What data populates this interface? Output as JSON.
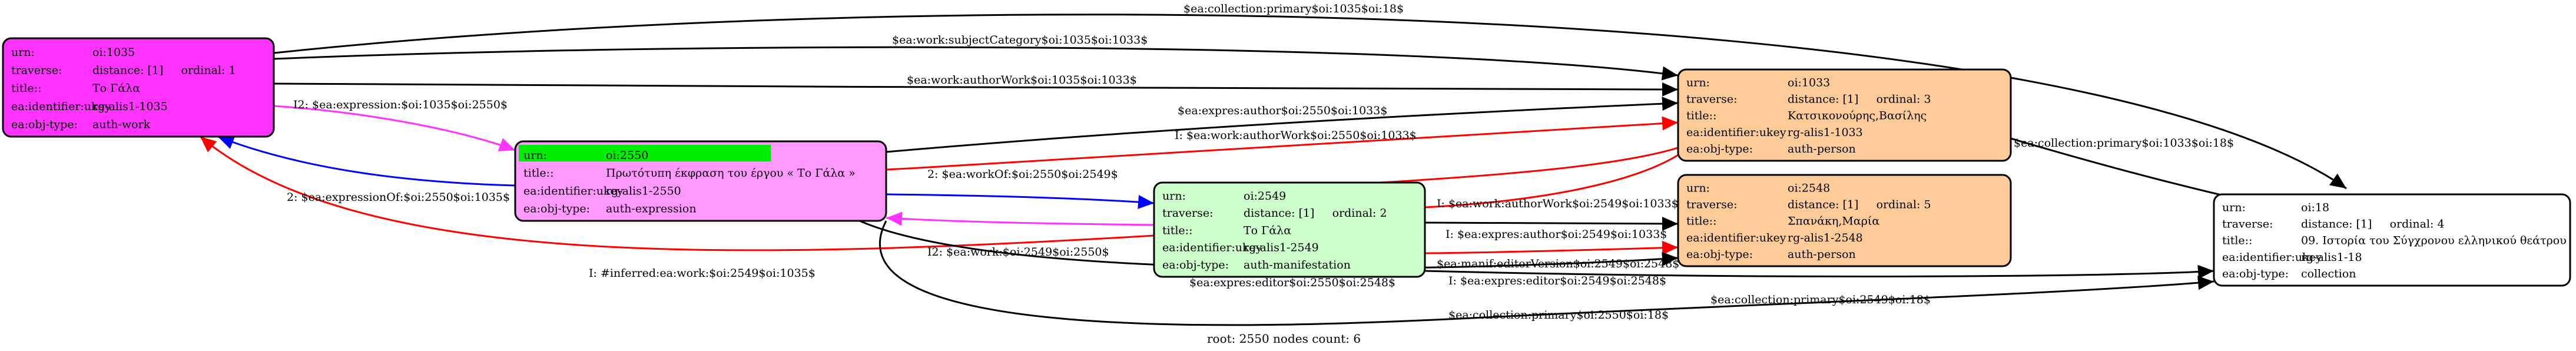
{
  "nodes": {
    "n1035": {
      "fill": "#ff33ff",
      "rows": [
        [
          "urn:",
          "oi:1035"
        ],
        [
          "traverse:",
          "distance: [1]     ordinal: 1"
        ],
        [
          "title::",
          "Το Γάλα"
        ],
        [
          "ea:identifier:ukey",
          "rg-alis1-1035"
        ],
        [
          "ea:obj-type:",
          "auth-work"
        ]
      ]
    },
    "n2550": {
      "fill": "#ff99ff",
      "highlight": "#00ee00",
      "rows": [
        [
          "urn:",
          "oi:2550"
        ],
        [
          "title::",
          "Πρωτότυπη έκφραση του έργου « Το Γάλα »"
        ],
        [
          "ea:identifier:ukey",
          "rg-alis1-2550"
        ],
        [
          "ea:obj-type:",
          "auth-expression"
        ]
      ]
    },
    "n2549": {
      "fill": "#ccffcc",
      "rows": [
        [
          "urn:",
          "oi:2549"
        ],
        [
          "traverse:",
          "distance: [1]     ordinal: 2"
        ],
        [
          "title::",
          "Το Γάλα"
        ],
        [
          "ea:identifier:ukey",
          "rg-alis1-2549"
        ],
        [
          "ea:obj-type:",
          "auth-manifestation"
        ]
      ]
    },
    "n1033": {
      "fill": "#ffcc99",
      "rows": [
        [
          "urn:",
          "oi:1033"
        ],
        [
          "traverse:",
          "distance: [1]     ordinal: 3"
        ],
        [
          "title::",
          "Κατσικονούρης,Βασίλης"
        ],
        [
          "ea:identifier:ukey",
          "rg-alis1-1033"
        ],
        [
          "ea:obj-type:",
          "auth-person"
        ]
      ]
    },
    "n2548": {
      "fill": "#ffcc99",
      "rows": [
        [
          "urn:",
          "oi:2548"
        ],
        [
          "traverse:",
          "distance: [1]     ordinal: 5"
        ],
        [
          "title::",
          "Σπανάκη,Μαρία"
        ],
        [
          "ea:identifier:ukey",
          "rg-alis1-2548"
        ],
        [
          "ea:obj-type:",
          "auth-person"
        ]
      ]
    },
    "n18": {
      "fill": "#ffffff",
      "rows": [
        [
          "urn:",
          "oi:18"
        ],
        [
          "traverse:",
          "distance: [1]     ordinal: 4"
        ],
        [
          "title::",
          "09. Ιστορία του Σύγχρονου ελληνικού θεάτρου"
        ],
        [
          "ea:identifier:ukey",
          "rg-alis1-18"
        ],
        [
          "ea:obj-type:",
          "collection"
        ]
      ]
    }
  },
  "edges": [
    {
      "label": "$ea:collection:primary$oi:1035$oi:18$",
      "color": "#000000"
    },
    {
      "label": "$ea:work:subjectCategory$oi:1035$oi:1033$",
      "color": "#000000"
    },
    {
      "label": "$ea:work:authorWork$oi:1035$oi:1033$",
      "color": "#000000"
    },
    {
      "label": "I2: $ea:expression:$oi:1035$oi:2550$",
      "color": "#ff33ff"
    },
    {
      "label": "2: $ea:expressionOf:$oi:2550$oi:1035$",
      "color": "#0000ff"
    },
    {
      "label": "$ea:expres:author$oi:2550$oi:1033$",
      "color": "#000000"
    },
    {
      "label": "I: $ea:work:authorWork$oi:2550$oi:1033$",
      "color": "#ff0000"
    },
    {
      "label": "2: $ea:workOf:$oi:2550$oi:2549$",
      "color": "#0000ff"
    },
    {
      "label": "I2: $ea:work:$oi:2549$oi:2550$",
      "color": "#ff33ff"
    },
    {
      "label": "I: #inferred:ea:work:$oi:2549$oi:1035$",
      "color": "#ff0000"
    },
    {
      "label": "I: $ea:work:authorWork$oi:2549$oi:1033$",
      "color": "#ff0000"
    },
    {
      "label": "I: $ea:expres:author$oi:2549$oi:1033$",
      "color": "#ff0000"
    },
    {
      "label": "$ea:manif:editorVersion$oi:2549$oi:2548$",
      "color": "#000000"
    },
    {
      "label": "I: $ea:expres:editor$oi:2549$oi:2548$",
      "color": "#ff0000"
    },
    {
      "label": "$ea:collection:primary$oi:2549$oi:18$",
      "color": "#000000"
    },
    {
      "label": "$ea:expres:editor$oi:2550$oi:2548$",
      "color": "#000000"
    },
    {
      "label": "$ea:collection:primary$oi:2550$oi:18$",
      "color": "#000000"
    },
    {
      "label": "$ea:collection:primary$oi:1033$oi:18$",
      "color": "#000000"
    }
  ],
  "caption": "root: 2550 nodes count: 6"
}
